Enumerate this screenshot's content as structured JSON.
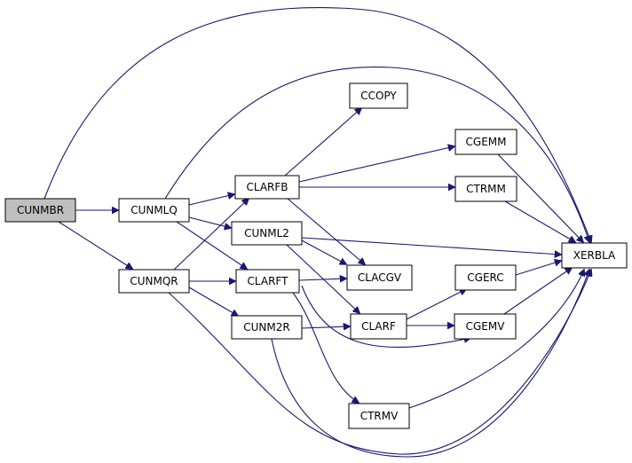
{
  "colors": {
    "edge": "#191970",
    "node_fill": "#ffffff",
    "root_fill": "#bfbfbf",
    "node_border": "#000000"
  },
  "nodes": [
    {
      "id": "CUNMBR",
      "label": "CUNMBR",
      "root": true
    },
    {
      "id": "CUNMLQ",
      "label": "CUNMLQ"
    },
    {
      "id": "CUNMQR",
      "label": "CUNMQR"
    },
    {
      "id": "CLARFB",
      "label": "CLARFB"
    },
    {
      "id": "CUNML2",
      "label": "CUNML2"
    },
    {
      "id": "CLARFT",
      "label": "CLARFT"
    },
    {
      "id": "CUNM2R",
      "label": "CUNM2R"
    },
    {
      "id": "CCOPY",
      "label": "CCOPY"
    },
    {
      "id": "CLACGV",
      "label": "CLACGV"
    },
    {
      "id": "CLARF",
      "label": "CLARF"
    },
    {
      "id": "CTRMV",
      "label": "CTRMV"
    },
    {
      "id": "CGEMM",
      "label": "CGEMM"
    },
    {
      "id": "CTRMM",
      "label": "CTRMM"
    },
    {
      "id": "CGERC",
      "label": "CGERC"
    },
    {
      "id": "CGEMV",
      "label": "CGEMV"
    },
    {
      "id": "XERBLA",
      "label": "XERBLA"
    }
  ],
  "edges": [
    {
      "from": "CUNMBR",
      "to": "CUNMLQ"
    },
    {
      "from": "CUNMBR",
      "to": "CUNMQR"
    },
    {
      "from": "CUNMBR",
      "to": "XERBLA"
    },
    {
      "from": "CUNMLQ",
      "to": "CLARFB"
    },
    {
      "from": "CUNMLQ",
      "to": "CUNML2"
    },
    {
      "from": "CUNMLQ",
      "to": "CLARFT"
    },
    {
      "from": "CUNMLQ",
      "to": "XERBLA"
    },
    {
      "from": "CUNMQR",
      "to": "CLARFB"
    },
    {
      "from": "CUNMQR",
      "to": "CLARFT"
    },
    {
      "from": "CUNMQR",
      "to": "CUNM2R"
    },
    {
      "from": "CUNMQR",
      "to": "XERBLA"
    },
    {
      "from": "CLARFB",
      "to": "CCOPY"
    },
    {
      "from": "CLARFB",
      "to": "CGEMM"
    },
    {
      "from": "CLARFB",
      "to": "CTRMM"
    },
    {
      "from": "CLARFB",
      "to": "CLACGV"
    },
    {
      "from": "CUNML2",
      "to": "XERBLA"
    },
    {
      "from": "CUNML2",
      "to": "CLACGV"
    },
    {
      "from": "CUNML2",
      "to": "CLARF"
    },
    {
      "from": "CLARFT",
      "to": "CLACGV"
    },
    {
      "from": "CLARFT",
      "to": "CGEMV"
    },
    {
      "from": "CLARFT",
      "to": "CTRMV"
    },
    {
      "from": "CUNM2R",
      "to": "CLARF"
    },
    {
      "from": "CUNM2R",
      "to": "XERBLA"
    },
    {
      "from": "CLARF",
      "to": "CGERC"
    },
    {
      "from": "CLARF",
      "to": "CGEMV"
    },
    {
      "from": "CGEMM",
      "to": "XERBLA"
    },
    {
      "from": "CTRMM",
      "to": "XERBLA"
    },
    {
      "from": "CGERC",
      "to": "XERBLA"
    },
    {
      "from": "CGEMV",
      "to": "XERBLA"
    },
    {
      "from": "CTRMV",
      "to": "XERBLA"
    }
  ]
}
